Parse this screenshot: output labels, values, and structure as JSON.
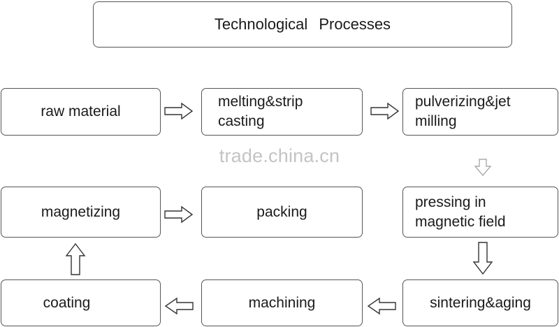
{
  "title": "Technological Processes",
  "watermark": "trade.china.cn",
  "steps": {
    "raw_material": "raw material",
    "melting_line1": "melting&strip",
    "melting_line2": "casting",
    "pulverizing_line1": "pulverizing&jet",
    "pulverizing_line2": "milling",
    "pressing_line1": "pressing in",
    "pressing_line2": "magnetic field",
    "sintering": "sintering&aging",
    "machining": "machining",
    "coating": "coating",
    "magnetizing": "magnetizing",
    "packing": "packing"
  },
  "colors": {
    "border": "#555555",
    "watermark": "#c4c4c4"
  }
}
